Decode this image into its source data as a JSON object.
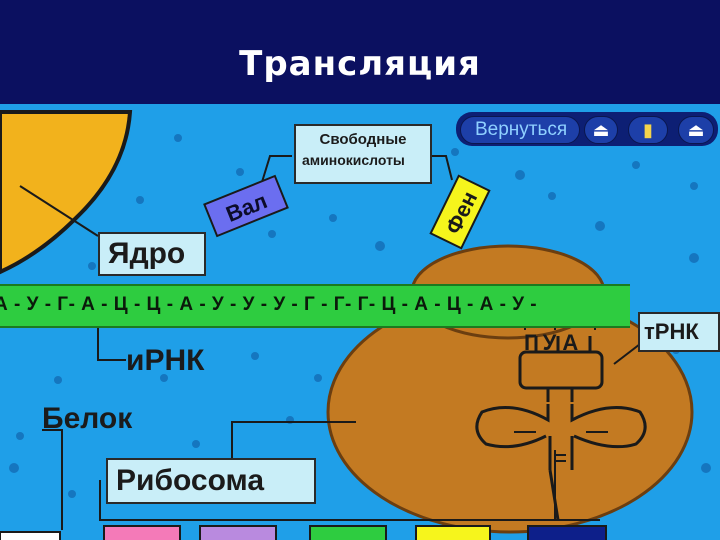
{
  "title": "Трансляция",
  "labels": {
    "free_amino_line1": "Свободные",
    "free_amino_line2": "аминокислоты",
    "nucleus": "Ядро",
    "mrna": "иРНК",
    "protein": "Белок",
    "ribosome": "Рибосома",
    "trna": "тРНК"
  },
  "amino_tags": {
    "val": "Вал",
    "phe": "Фен"
  },
  "mrna_sequence": "А - У - Г- А - Ц - Ц - А - У - У - У - Г - Г-  Г- Ц - А - Ц - А - У -",
  "anticodon": "Г У А",
  "nav": {
    "back_label": "Вернуться",
    "btn1_glyph": "⏏",
    "btn2_glyph": "▮",
    "btn3_glyph": "⏏"
  },
  "protein_chain": [
    "",
    "",
    "",
    "",
    "",
    ""
  ],
  "colors": {
    "background": "#1f9fe8",
    "header": "#0b1060",
    "nucleus": "#f2b21c",
    "ribosome": "#c37a22",
    "mrna_strip": "#2ecc40",
    "label_fill": "#c9eef8",
    "val_tag": "#6b6ef0",
    "phe_tag": "#f6f51c"
  }
}
